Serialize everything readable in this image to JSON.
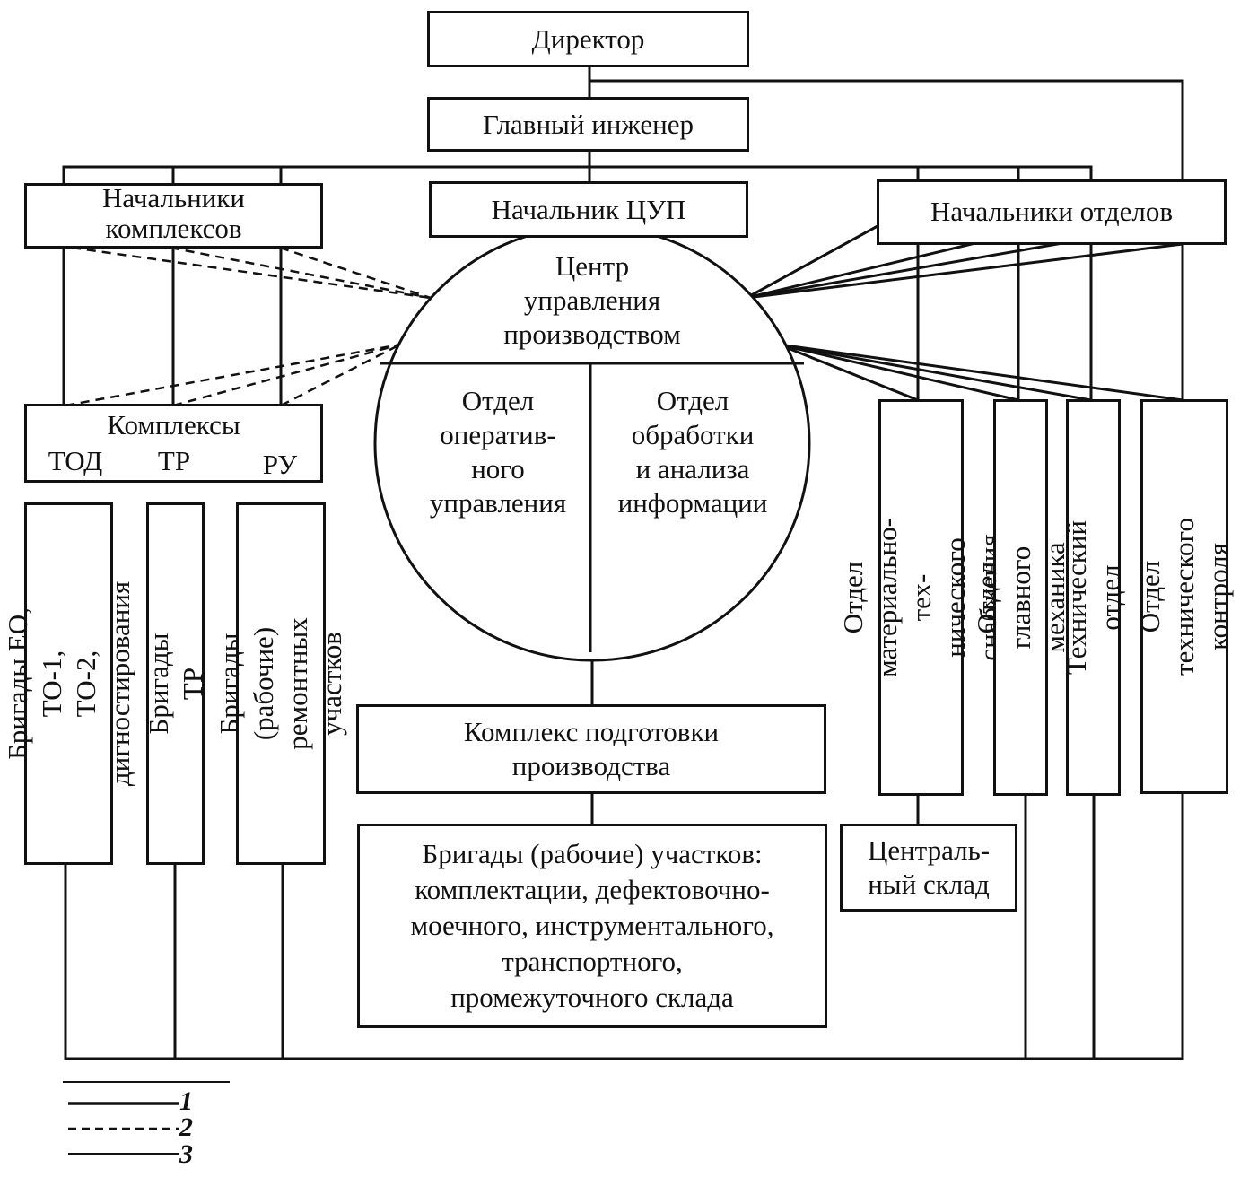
{
  "director": "Директор",
  "chief_engineer": "Главный инженер",
  "heads_of_complexes": "Начальники\nкомплексов",
  "head_cup": "Начальник ЦУП",
  "heads_of_departments": "Начальники отделов",
  "center": {
    "title": "Центр\nуправления\nпроизводством",
    "left": "Отдел\nоператив-\nного\nуправления",
    "right": "Отдел\nобработки\nи анализа\nинформации"
  },
  "complexes": {
    "label": "Комплексы",
    "tod": "ТОД",
    "tr": "ТР",
    "ru": "РУ"
  },
  "brigades": {
    "eo": "Бригады ЕО, ТО-1,\nТО-2, дигностирования",
    "tr": "Бригады ТР",
    "ru": "Бригады (рабочие)\nремонтных участков"
  },
  "prep_complex": "Комплекс подготовки\nпроизводства",
  "prep_brigades": "Бригады (рабочие) участков:\nкомплектации, дефектовочно-\nмоечного, инструментального,\nтранспортного,\nпромежуточного склада",
  "departments": {
    "supply": "Отдел материально-тех-\nнического снабжения",
    "mechanic": "Отдел главного механика",
    "technical": "Технический отдел",
    "control": "Отдел технического\nконтроля"
  },
  "central_warehouse": "Централь-\nный склад",
  "legend": [
    "1",
    "2",
    "3"
  ]
}
